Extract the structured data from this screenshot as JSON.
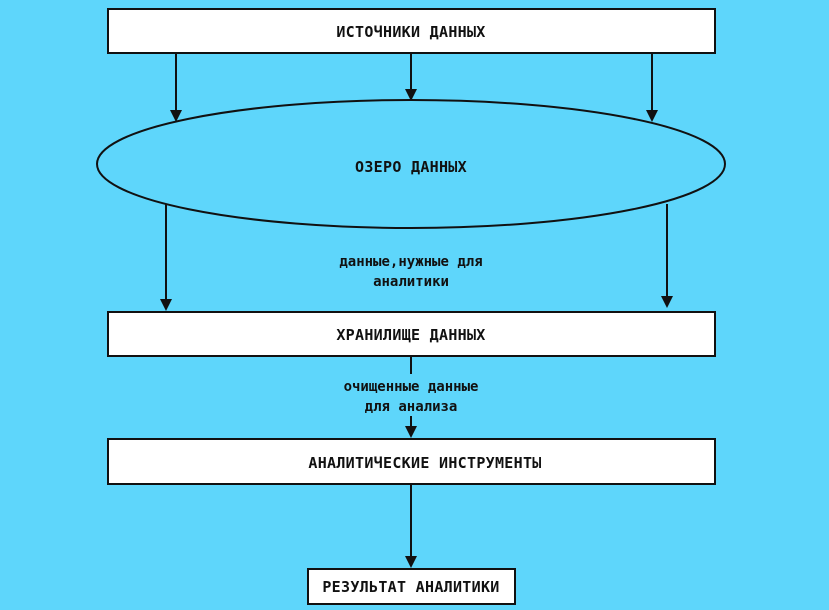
{
  "nodes": {
    "sources": "ИСТОЧНИКИ ДАННЫХ",
    "lake": "ОЗЕРО ДАННЫХ",
    "warehouse": "ХРАНИЛИЩЕ ДАННЫХ",
    "tools": "АНАЛИТИЧЕСКИЕ ИНСТРУМЕНТЫ",
    "result": "РЕЗУЛЬТАТ АНАЛИТИКИ"
  },
  "edges": {
    "lake_to_warehouse": [
      "данные,нужные для",
      "аналитики"
    ],
    "warehouse_to_tools": [
      "очищенные данные",
      "для анализа"
    ]
  },
  "colors": {
    "background": "#5ed6fb",
    "node_fill": "#ffffff",
    "stroke": "#111111"
  }
}
